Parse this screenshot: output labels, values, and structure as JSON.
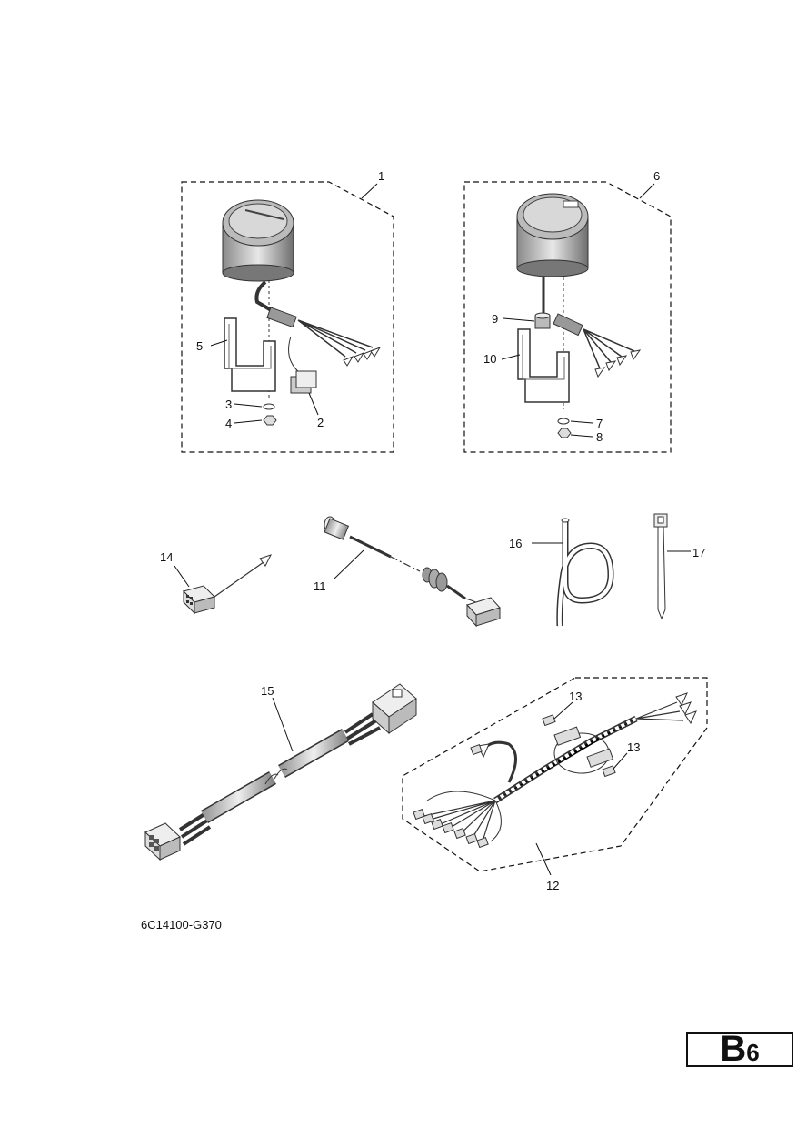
{
  "callouts": {
    "c1": "1",
    "c2": "2",
    "c3": "3",
    "c4": "4",
    "c5": "5",
    "c6": "6",
    "c7": "7",
    "c8": "8",
    "c9": "9",
    "c10": "10",
    "c11": "11",
    "c12": "12",
    "c13a": "13",
    "c13b": "13",
    "c14": "14",
    "c15": "15",
    "c16": "16",
    "c17": "17"
  },
  "diagram_code": "6C14100-G370",
  "section_badge": {
    "letter": "B",
    "number": "6"
  }
}
